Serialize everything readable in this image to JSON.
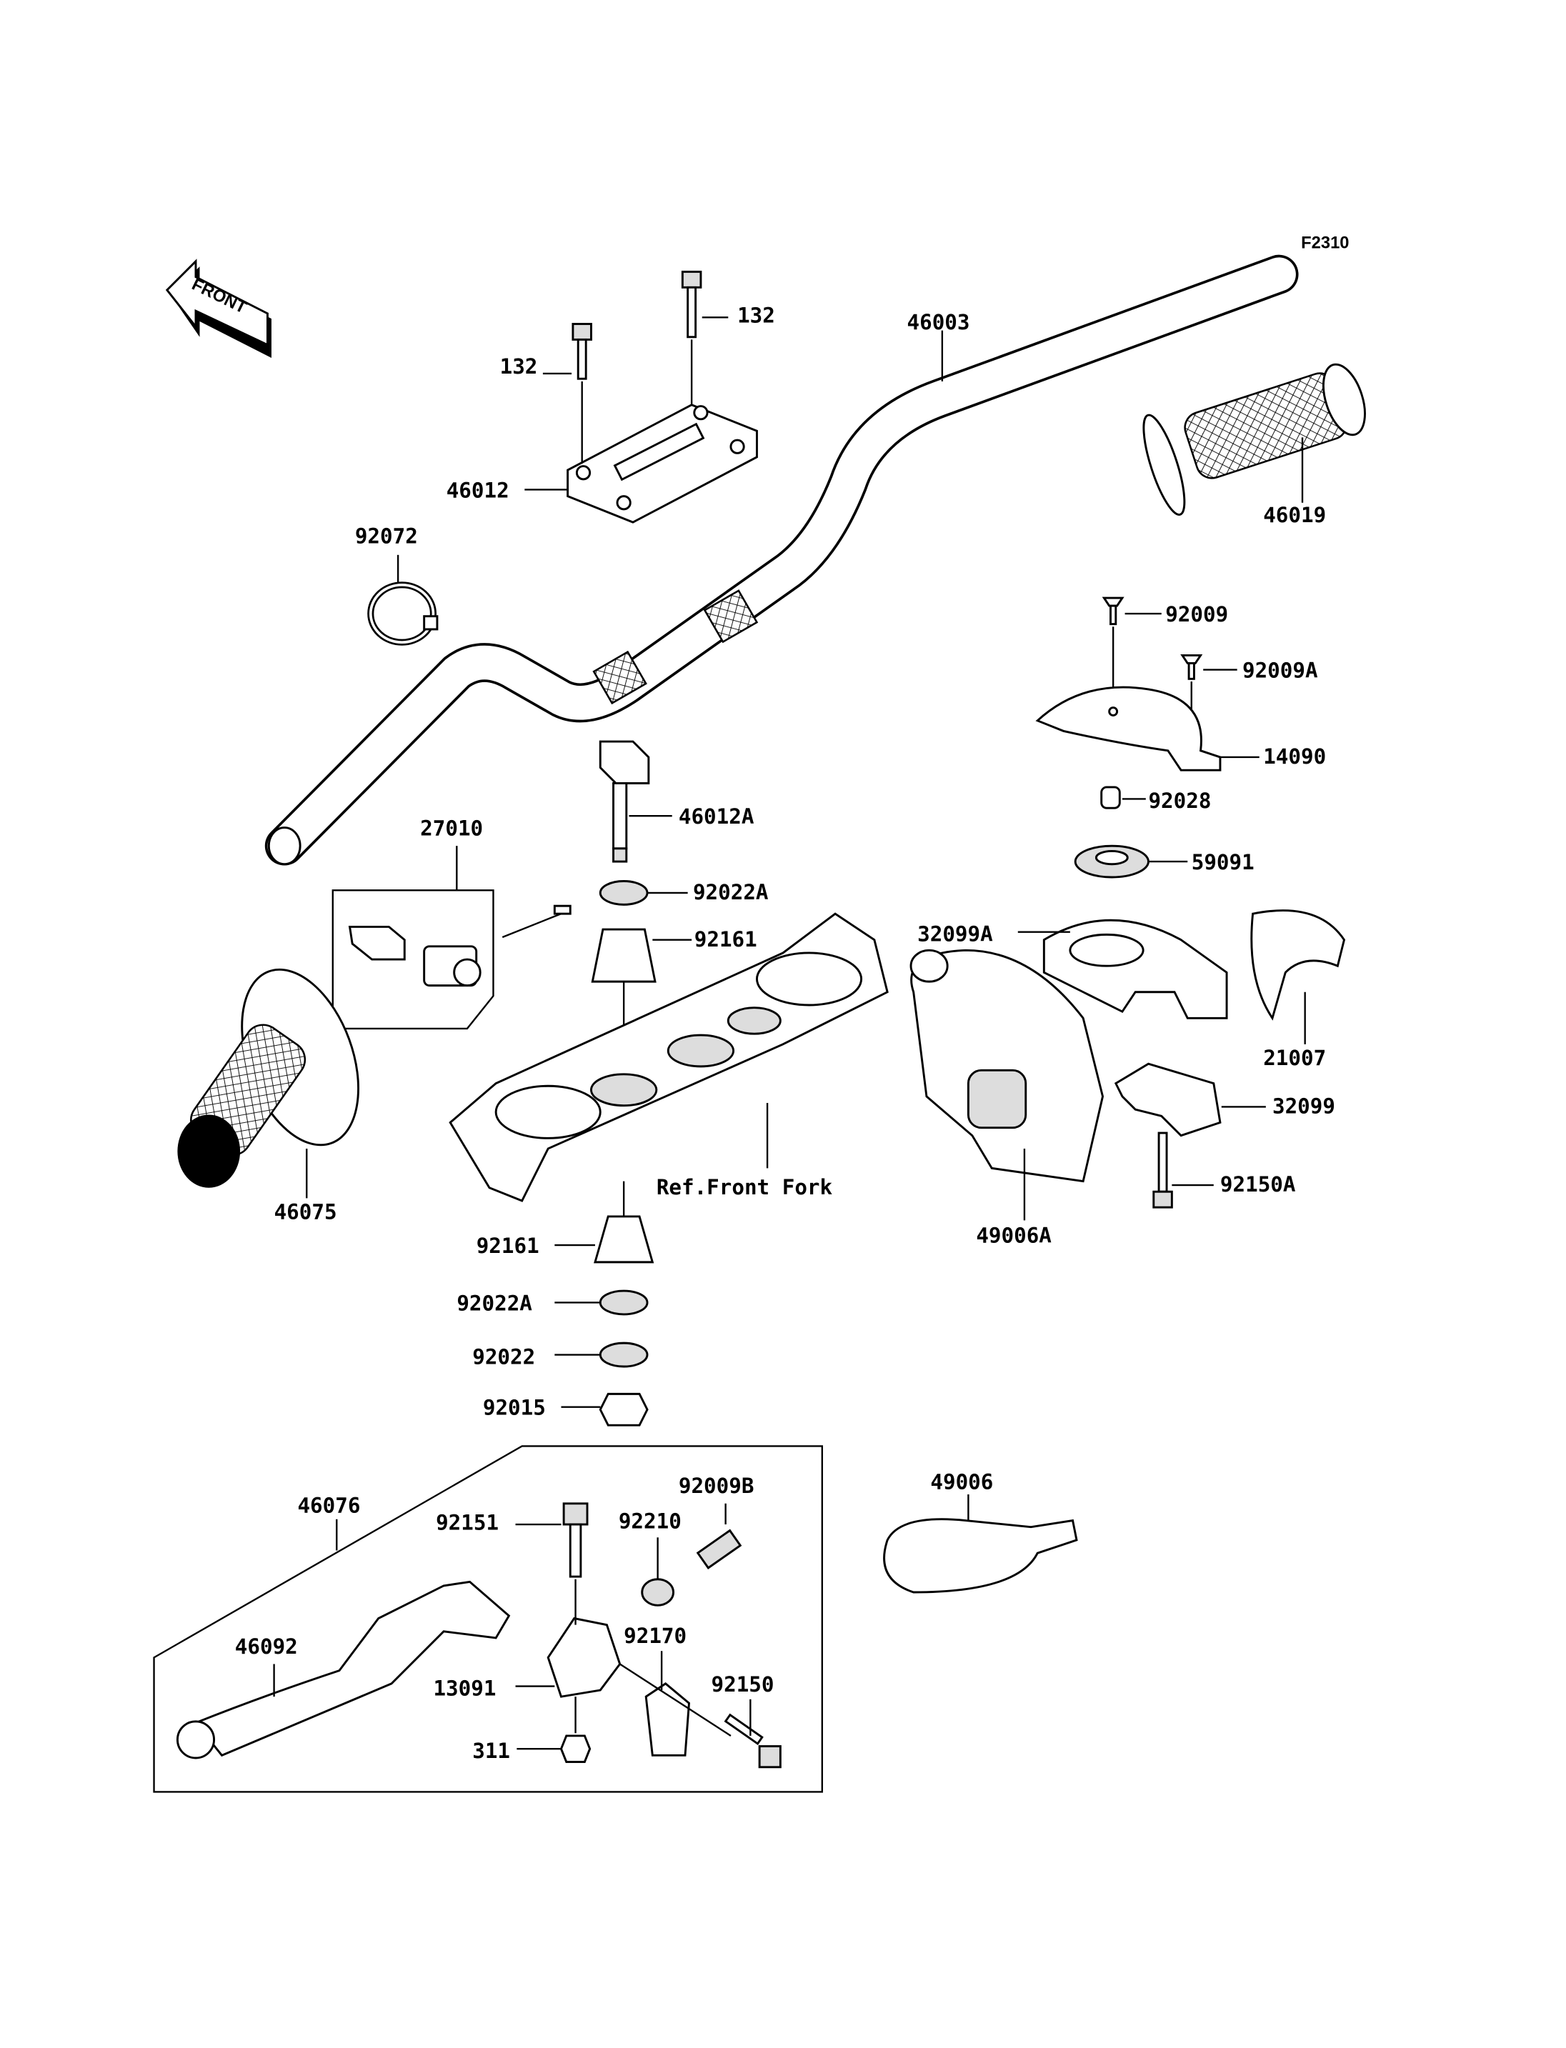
{
  "diagram_code": "F2310",
  "front_arrow": "FRONT",
  "reference_note": "Ref.Front Fork",
  "labels": {
    "p132a": "132",
    "p132b": "132",
    "p46003": "46003",
    "p46012": "46012",
    "p92072": "92072",
    "p46019": "46019",
    "p92009": "92009",
    "p92009A": "92009A",
    "p14090": "14090",
    "p92028": "92028",
    "p46012A": "46012A",
    "p27010": "27010",
    "p59091": "59091",
    "p92022A": "92022A",
    "p32099A": "32099A",
    "p92161": "92161",
    "p21007": "21007",
    "p32099": "32099",
    "p92150A": "92150A",
    "p46075": "46075",
    "p49006A": "49006A",
    "p92161b": "92161",
    "p92022Ab": "92022A",
    "p92022": "92022",
    "p92015": "92015",
    "p49006": "49006",
    "p46076": "46076",
    "p92009B": "92009B",
    "p92151": "92151",
    "p92210": "92210",
    "p92170": "92170",
    "p46092": "46092",
    "p92150": "92150",
    "p13091": "13091",
    "p311": "311"
  }
}
